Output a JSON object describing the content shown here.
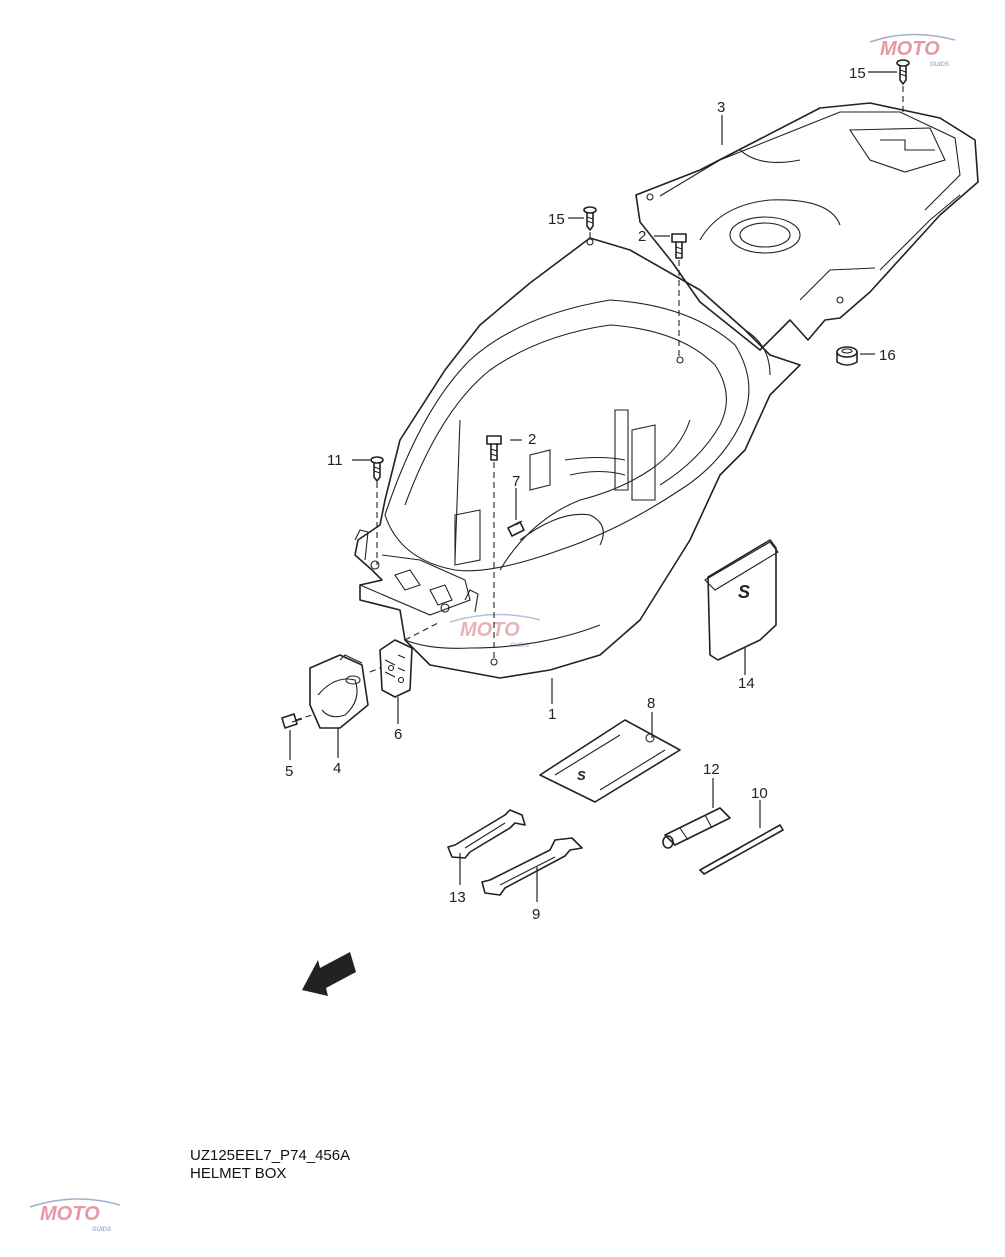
{
  "caption": {
    "code": "UZ125EEL7_P74_456A",
    "title": "HELMET BOX"
  },
  "callouts": [
    {
      "id": "c1",
      "label": "1"
    },
    {
      "id": "c2a",
      "label": "2"
    },
    {
      "id": "c2b",
      "label": "2"
    },
    {
      "id": "c3",
      "label": "3"
    },
    {
      "id": "c4",
      "label": "4"
    },
    {
      "id": "c5",
      "label": "5"
    },
    {
      "id": "c6",
      "label": "6"
    },
    {
      "id": "c7",
      "label": "7"
    },
    {
      "id": "c8",
      "label": "8"
    },
    {
      "id": "c9",
      "label": "9"
    },
    {
      "id": "c10",
      "label": "10"
    },
    {
      "id": "c11",
      "label": "11"
    },
    {
      "id": "c12",
      "label": "12"
    },
    {
      "id": "c13",
      "label": "13"
    },
    {
      "id": "c14",
      "label": "14"
    },
    {
      "id": "c15a",
      "label": "15"
    },
    {
      "id": "c15b",
      "label": "15"
    },
    {
      "id": "c16",
      "label": "16"
    }
  ],
  "fwd_arrow": {
    "label": "FWD"
  },
  "watermark": {
    "text": "MOTO",
    "subtext": "GUIDS",
    "color_primary": "#c41e3a",
    "color_secondary": "#3a4a9a"
  }
}
